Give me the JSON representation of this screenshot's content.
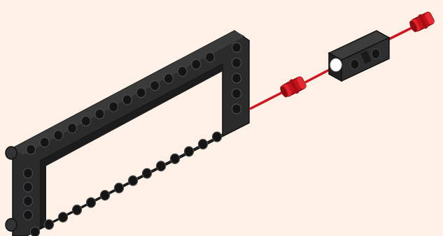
{
  "diagram": {
    "background": "#fdf0e6",
    "colors": {
      "beam": "#262626",
      "beam_face": "#333333",
      "beam_edge": "#111111",
      "hole": "#141414",
      "hole_rim": "#4a4a4a",
      "pin": "#d8141c",
      "pin_dark": "#8e0c10",
      "axle_line": "#cf1520",
      "white_pin": "#ffffff"
    },
    "parts": [
      {
        "name": "beam-frame",
        "type": "technic-frame",
        "icon": "frame-icon"
      },
      {
        "name": "connector-beam",
        "type": "short-beam-block",
        "icon": "block-icon"
      },
      {
        "name": "red-pin-left",
        "type": "friction-pin",
        "icon": "pin-icon"
      },
      {
        "name": "red-pin-right",
        "type": "friction-pin",
        "icon": "pin-icon"
      },
      {
        "name": "white-pin",
        "type": "axle-hole-marker",
        "icon": "pin-icon"
      }
    ],
    "assembly_lines": 3
  }
}
